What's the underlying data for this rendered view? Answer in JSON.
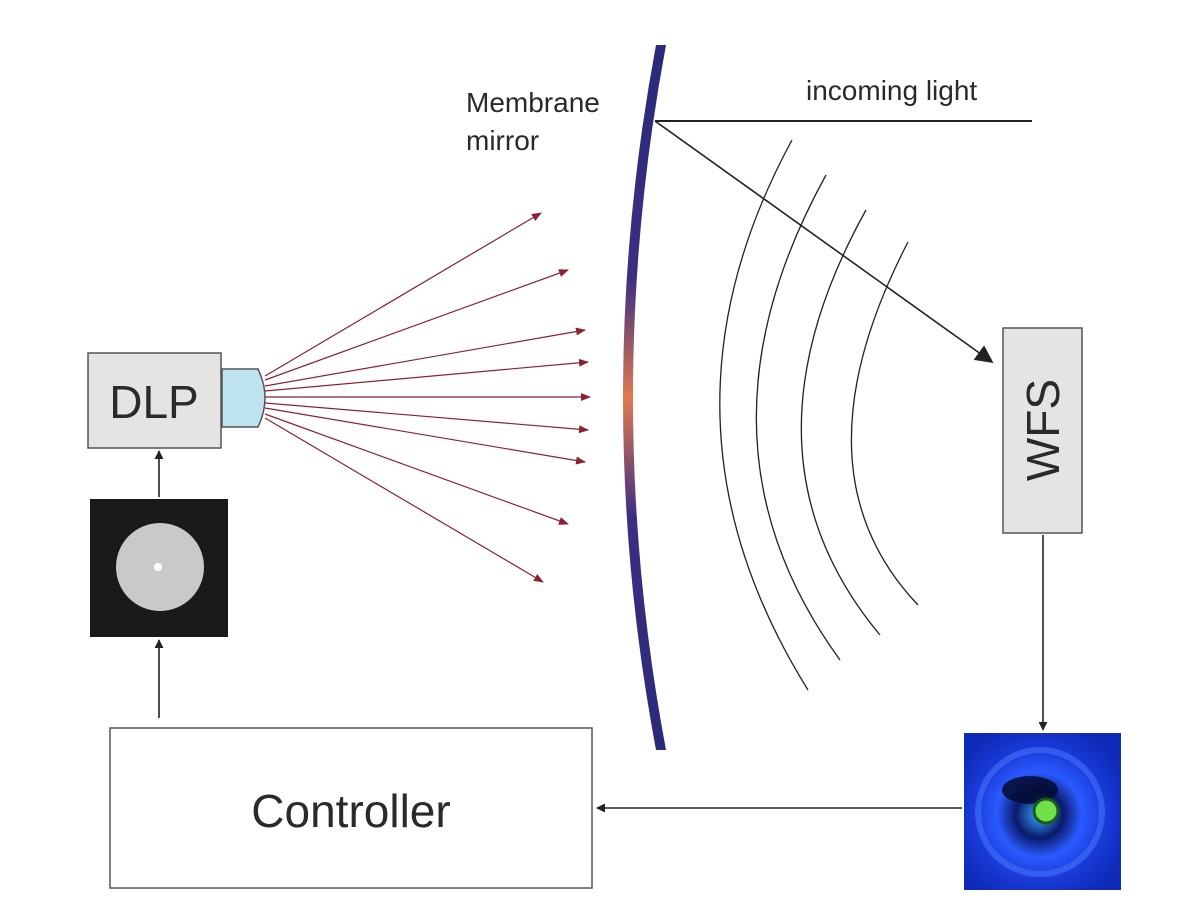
{
  "labels": {
    "dlp": "DLP",
    "wfs": "WFS",
    "controller": "Controller",
    "membrane_line1": "Membrane",
    "membrane_line2": "mirror",
    "incoming_light": "incoming light"
  },
  "colors": {
    "box_fill": "#e4e4e4",
    "box_stroke": "#555555",
    "lens_fill": "#bfe3ee",
    "projection_ray": "#8a2234",
    "mirror_edge": "#2a2a7a",
    "mirror_center": "#e07a50",
    "line": "#222222",
    "camera_bg": "#1a1a1a",
    "camera_disk": "#c9c9c9",
    "wfs_image_outer": "#1a3ad8",
    "wfs_image_spot": "#6fe04a"
  },
  "icons": {
    "pattern_image": "grey-disk-pattern-icon",
    "wfs_image": "wavefront-spot-image-icon"
  }
}
